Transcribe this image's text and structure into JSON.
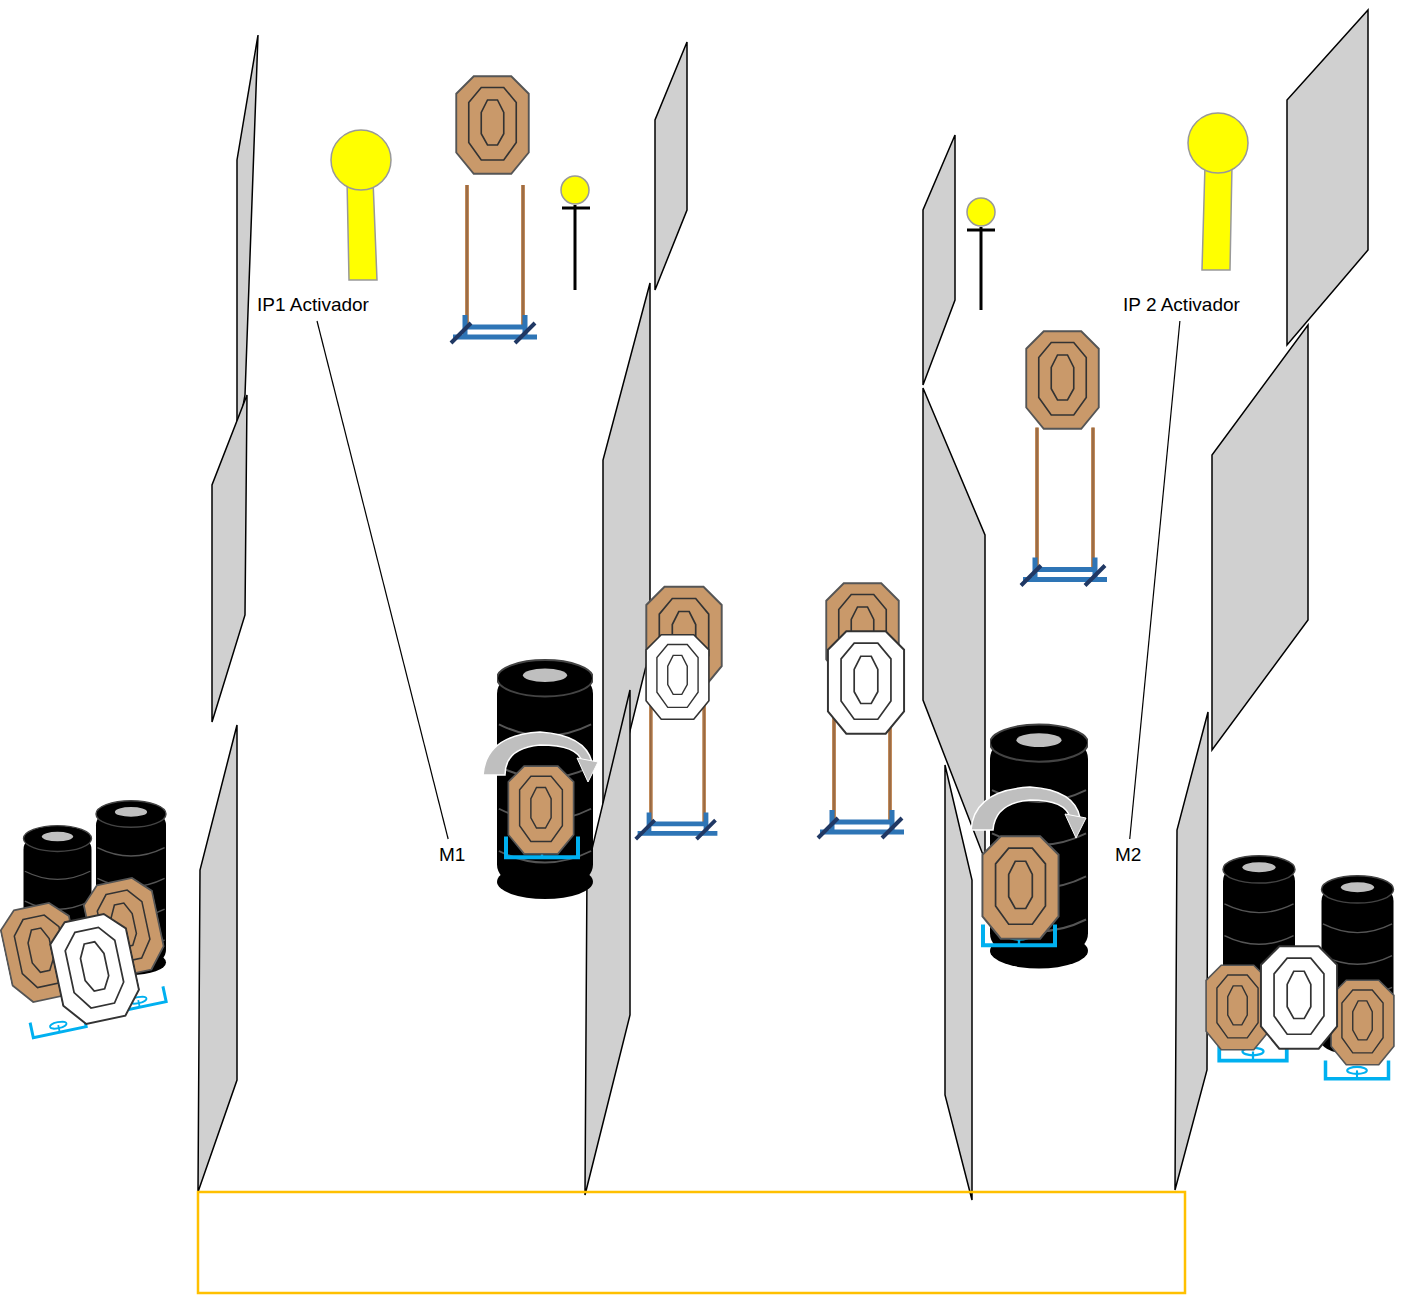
{
  "diagram": {
    "nodes": [
      {
        "text": [
          "IP1 Activador"
        ]
      },
      {
        "text": [
          "M1"
        ]
      },
      {
        "text": [
          "IP 2 Activador"
        ]
      },
      {
        "text": [
          "M2"
        ]
      }
    ],
    "edges": [
      {
        "from": 0,
        "to": 1,
        "arrow": "none"
      },
      {
        "from": 2,
        "to": 3,
        "arrow": "none"
      }
    ]
  }
}
